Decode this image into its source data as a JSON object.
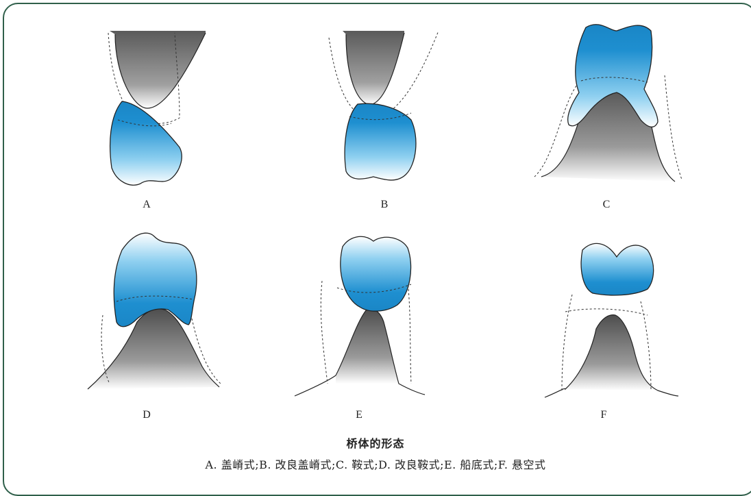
{
  "panels": [
    {
      "label": "A"
    },
    {
      "label": "B"
    },
    {
      "label": "C"
    },
    {
      "label": "D"
    },
    {
      "label": "E"
    },
    {
      "label": "F"
    }
  ],
  "caption": {
    "title": "桥体的形态",
    "line": "A. 盖嵴式;B. 改良盖嵴式;C. 鞍式;D. 改良鞍式;E. 船底式;F. 悬空式"
  },
  "colors": {
    "frame": "#2f5f4a",
    "pontic_blue": "#1e90d0",
    "ridge_gray": "#6e6e6e"
  }
}
